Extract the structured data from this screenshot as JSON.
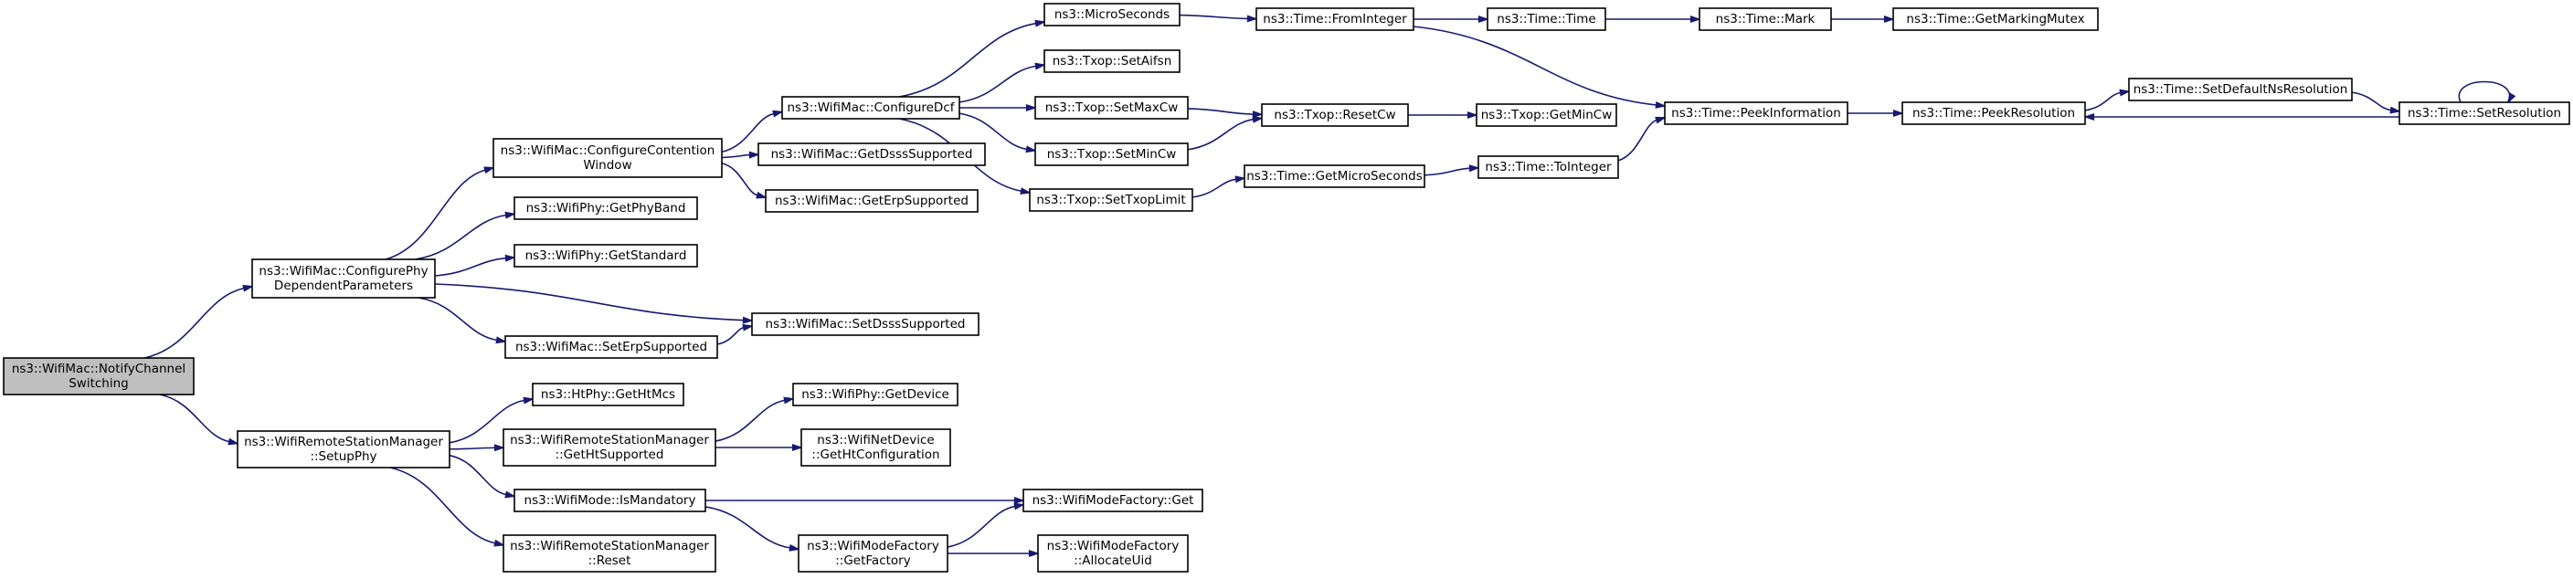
{
  "graph": {
    "edge_color": "#191970",
    "root_fill": "#bfbfbf",
    "nodes": [
      {
        "id": "n0",
        "lines": [
          "ns3::WifiMac::NotifyChannel",
          "Switching"
        ],
        "root": true
      },
      {
        "id": "n1",
        "lines": [
          "ns3::WifiMac::ConfigurePhy",
          "DependentParameters"
        ]
      },
      {
        "id": "n2",
        "lines": [
          "ns3::WifiRemoteStationManager",
          "::SetupPhy"
        ]
      },
      {
        "id": "n3",
        "lines": [
          "ns3::WifiMac::ConfigureContention",
          "Window"
        ]
      },
      {
        "id": "n4",
        "lines": [
          "ns3::WifiPhy::GetPhyBand"
        ]
      },
      {
        "id": "n5",
        "lines": [
          "ns3::WifiPhy::GetStandard"
        ]
      },
      {
        "id": "n6",
        "lines": [
          "ns3::WifiMac::SetDsssSupported"
        ]
      },
      {
        "id": "n7",
        "lines": [
          "ns3::WifiMac::SetErpSupported"
        ]
      },
      {
        "id": "n8",
        "lines": [
          "ns3::WifiMac::ConfigureDcf"
        ]
      },
      {
        "id": "n9",
        "lines": [
          "ns3::WifiMac::GetDsssSupported"
        ]
      },
      {
        "id": "n10",
        "lines": [
          "ns3::WifiMac::GetErpSupported"
        ]
      },
      {
        "id": "n11",
        "lines": [
          "ns3::MicroSeconds"
        ]
      },
      {
        "id": "n12",
        "lines": [
          "ns3::Txop::SetAifsn"
        ]
      },
      {
        "id": "n13",
        "lines": [
          "ns3::Txop::SetMaxCw"
        ]
      },
      {
        "id": "n14",
        "lines": [
          "ns3::Txop::SetMinCw"
        ]
      },
      {
        "id": "n15",
        "lines": [
          "ns3::Txop::SetTxopLimit"
        ]
      },
      {
        "id": "n16",
        "lines": [
          "ns3::Time::FromInteger"
        ]
      },
      {
        "id": "n17",
        "lines": [
          "ns3::Txop::ResetCw"
        ]
      },
      {
        "id": "n18",
        "lines": [
          "ns3::Time::GetMicroSeconds"
        ]
      },
      {
        "id": "n19",
        "lines": [
          "ns3::Time::Time"
        ]
      },
      {
        "id": "n20",
        "lines": [
          "ns3::Txop::GetMinCw"
        ]
      },
      {
        "id": "n21",
        "lines": [
          "ns3::Time::ToInteger"
        ]
      },
      {
        "id": "n22",
        "lines": [
          "ns3::Time::Mark"
        ]
      },
      {
        "id": "n23",
        "lines": [
          "ns3::Time::PeekInformation"
        ]
      },
      {
        "id": "n24",
        "lines": [
          "ns3::Time::GetMarkingMutex"
        ]
      },
      {
        "id": "n25",
        "lines": [
          "ns3::Time::PeekResolution"
        ]
      },
      {
        "id": "n26",
        "lines": [
          "ns3::Time::SetDefaultNsResolution"
        ]
      },
      {
        "id": "n27",
        "lines": [
          "ns3::Time::SetResolution"
        ]
      },
      {
        "id": "n28",
        "lines": [
          "ns3::HtPhy::GetHtMcs"
        ]
      },
      {
        "id": "n29",
        "lines": [
          "ns3::WifiRemoteStationManager",
          "::GetHtSupported"
        ]
      },
      {
        "id": "n30",
        "lines": [
          "ns3::WifiMode::IsMandatory"
        ]
      },
      {
        "id": "n31",
        "lines": [
          "ns3::WifiRemoteStationManager",
          "::Reset"
        ]
      },
      {
        "id": "n32",
        "lines": [
          "ns3::WifiPhy::GetDevice"
        ]
      },
      {
        "id": "n33",
        "lines": [
          "ns3::WifiNetDevice",
          "::GetHtConfiguration"
        ]
      },
      {
        "id": "n34",
        "lines": [
          "ns3::WifiModeFactory::Get"
        ]
      },
      {
        "id": "n35",
        "lines": [
          "ns3::WifiModeFactory",
          "::GetFactory"
        ]
      },
      {
        "id": "n36",
        "lines": [
          "ns3::WifiModeFactory",
          "::AllocateUid"
        ]
      }
    ],
    "edges": [
      [
        "n0",
        "n1"
      ],
      [
        "n0",
        "n2"
      ],
      [
        "n1",
        "n3"
      ],
      [
        "n1",
        "n4"
      ],
      [
        "n1",
        "n5"
      ],
      [
        "n1",
        "n6"
      ],
      [
        "n1",
        "n7"
      ],
      [
        "n3",
        "n8"
      ],
      [
        "n3",
        "n9"
      ],
      [
        "n3",
        "n10"
      ],
      [
        "n7",
        "n6"
      ],
      [
        "n8",
        "n11"
      ],
      [
        "n8",
        "n12"
      ],
      [
        "n8",
        "n13"
      ],
      [
        "n8",
        "n14"
      ],
      [
        "n8",
        "n15"
      ],
      [
        "n11",
        "n16"
      ],
      [
        "n13",
        "n17"
      ],
      [
        "n14",
        "n17"
      ],
      [
        "n15",
        "n18"
      ],
      [
        "n16",
        "n19"
      ],
      [
        "n16",
        "n23"
      ],
      [
        "n17",
        "n20"
      ],
      [
        "n18",
        "n21"
      ],
      [
        "n19",
        "n22"
      ],
      [
        "n21",
        "n23"
      ],
      [
        "n22",
        "n24"
      ],
      [
        "n23",
        "n25"
      ],
      [
        "n25",
        "n26"
      ],
      [
        "n26",
        "n27"
      ],
      [
        "n27",
        "n25"
      ],
      [
        "n27",
        "n27"
      ],
      [
        "n2",
        "n28"
      ],
      [
        "n2",
        "n29"
      ],
      [
        "n2",
        "n30"
      ],
      [
        "n2",
        "n31"
      ],
      [
        "n29",
        "n32"
      ],
      [
        "n29",
        "n33"
      ],
      [
        "n30",
        "n34"
      ],
      [
        "n30",
        "n35"
      ],
      [
        "n35",
        "n34"
      ],
      [
        "n35",
        "n36"
      ]
    ]
  }
}
